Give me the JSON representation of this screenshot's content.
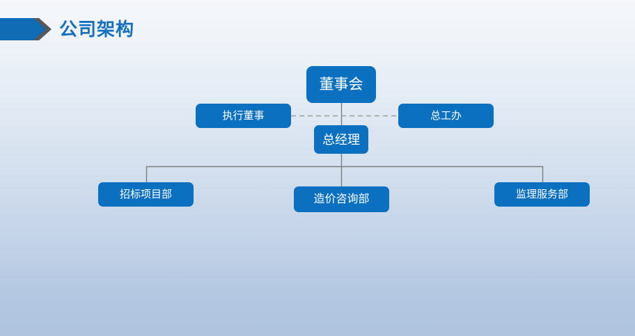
{
  "slide": {
    "title": "公司架构",
    "background_top_color": "#f5f7fa",
    "background_bottom_color": "#afc4e0",
    "accent_color": "#1570c0"
  },
  "banner": {
    "blue_color": "#106cb5",
    "gray_color": "#58585a"
  },
  "chart_data": {
    "type": "diagram",
    "subtype": "organization-chart",
    "title": "公司架构",
    "node_fill_color": "#0b70bf",
    "node_text_color": "#ffffff",
    "connector_color": "#7a7d80",
    "nodes": [
      {
        "id": "board",
        "label": "董事会",
        "level": 0
      },
      {
        "id": "exec-director",
        "label": "执行董事",
        "level": 1
      },
      {
        "id": "chief-engineer",
        "label": "总工办",
        "level": 1
      },
      {
        "id": "general-manager",
        "label": "总经理",
        "level": 2
      },
      {
        "id": "bidding-dept",
        "label": "招标项目部",
        "level": 3
      },
      {
        "id": "cost-dept",
        "label": "造价咨询部",
        "level": 3
      },
      {
        "id": "supervision-dept",
        "label": "监理服务部",
        "level": 3
      }
    ],
    "edges": [
      {
        "from": "board",
        "to": "general-manager",
        "style": "solid"
      },
      {
        "from": "exec-director",
        "to": "general-manager",
        "style": "dashed"
      },
      {
        "from": "chief-engineer",
        "to": "general-manager",
        "style": "dashed"
      },
      {
        "from": "general-manager",
        "to": "bidding-dept",
        "style": "solid"
      },
      {
        "from": "general-manager",
        "to": "cost-dept",
        "style": "solid"
      },
      {
        "from": "general-manager",
        "to": "supervision-dept",
        "style": "solid"
      }
    ]
  }
}
